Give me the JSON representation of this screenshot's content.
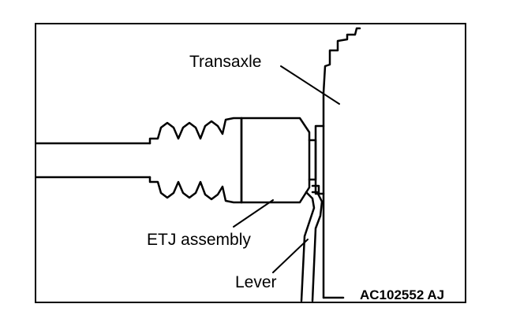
{
  "labels": {
    "transaxle": "Transaxle",
    "etj_assembly": "ETJ assembly",
    "lever": "Lever"
  },
  "figure_code": "AC102552 AJ",
  "colors": {
    "line": "#000000",
    "background": "#ffffff"
  }
}
